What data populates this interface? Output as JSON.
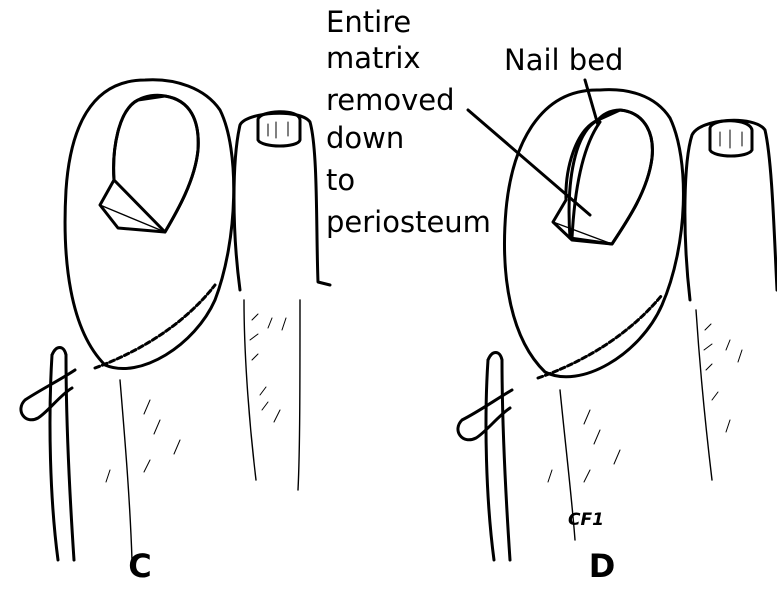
{
  "labels": {
    "matrix_lines": [
      "Entire",
      "matrix",
      "removed",
      "down",
      "to",
      "periosteum"
    ],
    "nail_bed": "Nail bed",
    "panel_c": "C",
    "panel_d": "D",
    "signature": "CF1"
  },
  "colors": {
    "ink": "#000000",
    "background": "#ffffff"
  }
}
